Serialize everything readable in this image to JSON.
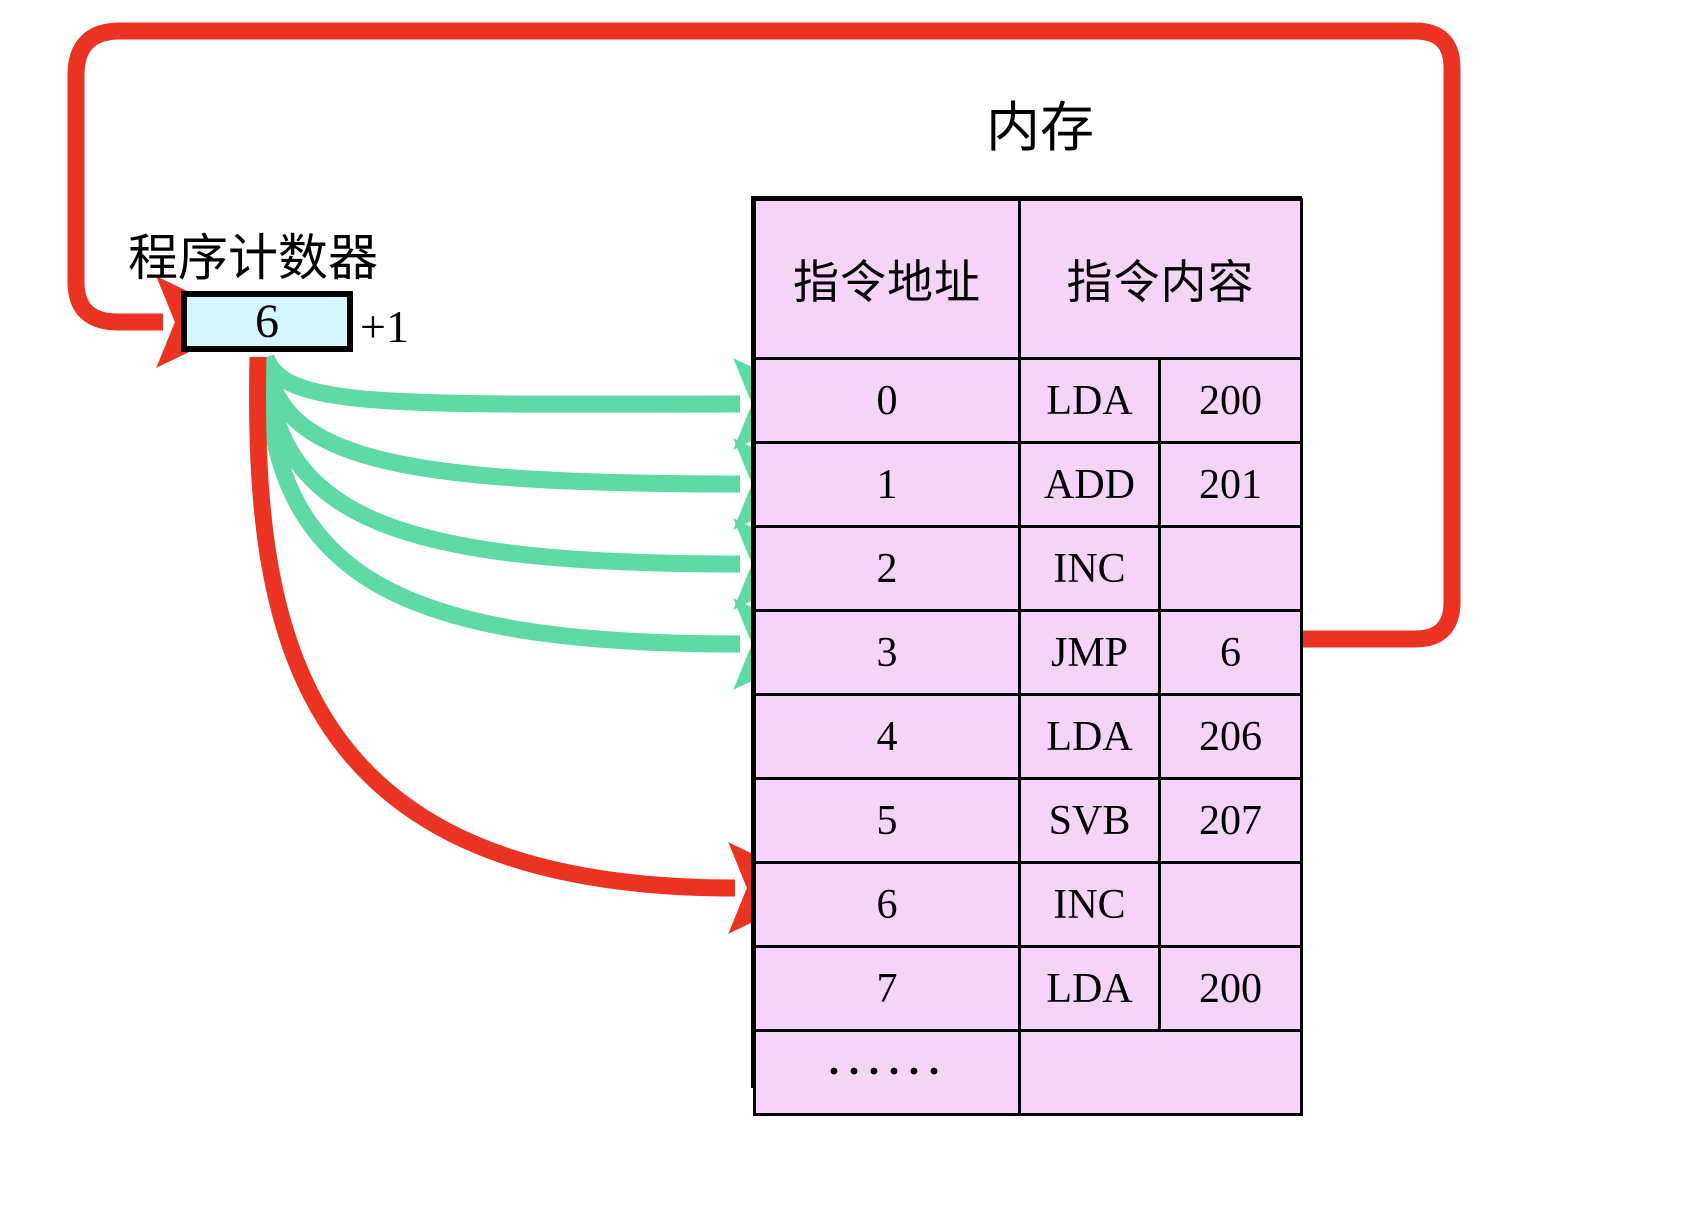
{
  "diagram": {
    "memory_title": "内存",
    "program_counter": {
      "label": "程序计数器",
      "value": "6",
      "increment_label": "+1"
    },
    "table": {
      "headers": {
        "address": "指令地址",
        "content": "指令内容"
      },
      "rows": [
        {
          "address": "0",
          "opcode": "LDA",
          "operand": "200"
        },
        {
          "address": "1",
          "opcode": "ADD",
          "operand": "201"
        },
        {
          "address": "2",
          "opcode": "INC",
          "operand": ""
        },
        {
          "address": "3",
          "opcode": "JMP",
          "operand": "6"
        },
        {
          "address": "4",
          "opcode": "LDA",
          "operand": "206"
        },
        {
          "address": "5",
          "opcode": "SVB",
          "operand": "207"
        },
        {
          "address": "6",
          "opcode": "INC",
          "operand": ""
        },
        {
          "address": "7",
          "opcode": "LDA",
          "operand": "200"
        },
        {
          "address": "······",
          "opcode": "",
          "operand": ""
        }
      ]
    },
    "arrows": {
      "fetch_arrow_name": "fetch-arrow",
      "jump_arrow_name": "jump-feedback-arrow",
      "pc_target_arrow_name": "pc-to-row6-arrow",
      "fetch_color": "#5fd9a5",
      "jump_color": "#ea3323"
    }
  }
}
